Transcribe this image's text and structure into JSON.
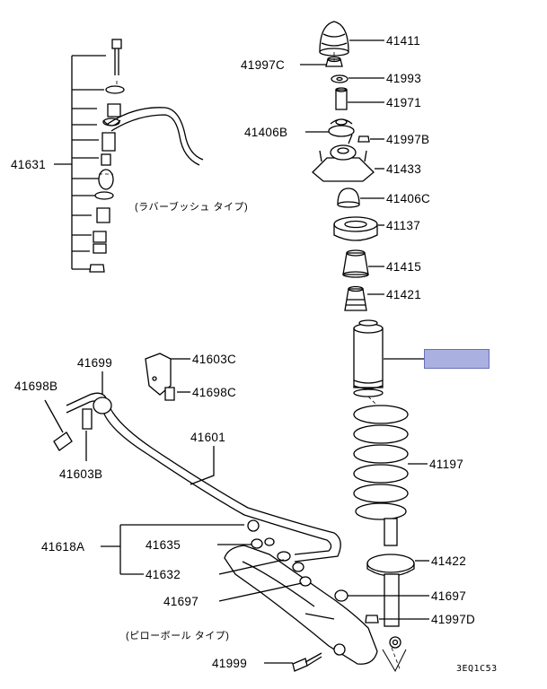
{
  "parts": {
    "p41411": "41411",
    "p41997C": "41997C",
    "p41993": "41993",
    "p41971": "41971",
    "p41406B": "41406B",
    "p41997B": "41997B",
    "p41433": "41433",
    "p41406C": "41406C",
    "p41137": "41137",
    "p41415": "41415",
    "p41421": "41421",
    "p41197": "41197",
    "p41422": "41422",
    "p41697a": "41697",
    "p41997D": "41997D",
    "p41631": "41631",
    "p41699": "41699",
    "p41698B": "41698B",
    "p41603C": "41603C",
    "p41698C": "41698C",
    "p41601": "41601",
    "p41603B": "41603B",
    "p41618A": "41618A",
    "p41635": "41635",
    "p41632": "41632",
    "p41697b": "41697",
    "p41999": "41999"
  },
  "notes": {
    "rubber_bush_type": "(ラバーブッシュ タイプ)",
    "pillow_ball_type": "(ピローボール タイプ)"
  },
  "diagram_code": "3EQ1C53",
  "highlight_color": "#aab0e0"
}
